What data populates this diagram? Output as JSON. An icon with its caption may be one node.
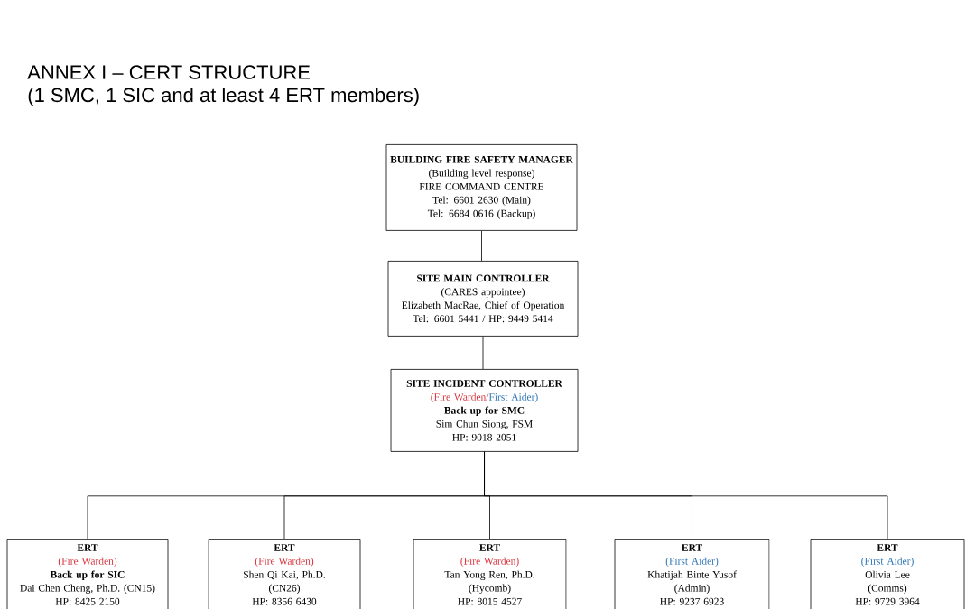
{
  "diagram": {
    "title": "ANNEX I – CERT STRUCTURE",
    "nodes": [
      {
        "text": [
          "BUILDING FIRE SAFETY MANAGER",
          "(Building level response)",
          "FIRE COMMAND CENTRE",
          "Tel: 6601 2630 (Main)",
          "Tel: 6684 0616 (Backup)"
        ]
      },
      {
        "text": [
          "SITE MAIN CONTROLLER",
          "(CARES appointee)",
          "Elizabeth MacRae, Chief of Operation",
          "Tel: 6601 5441 / HP: 9449 5414"
        ]
      },
      {
        "text": [
          "SITE INCIDENT CONTROLLER",
          "(Fire Warden/",
          "First Aider)",
          "Back up for SMC",
          "Sim Chun Siong, FSM",
          "HP: 9018 2051"
        ]
      },
      {
        "text": [
          "ERT",
          "(Fire Warden)",
          "Back up for SIC",
          "Dai Chen Cheng, Ph.D. (CN15)",
          "HP: 8425 2150"
        ]
      },
      {
        "text": [
          "ERT",
          "(Fire Warden)",
          "Shen Qi Kai, Ph.D.",
          "(CN26)",
          "HP: 8356 6430"
        ]
      },
      {
        "text": [
          "ERT",
          "(Fire Warden)",
          "Tan Yong Ren, Ph.D.",
          "(Hycomb)",
          "HP: 8015 4527"
        ]
      },
      {
        "text": [
          "ERT",
          "(First Aider)",
          "Khatijah Binte Yusof",
          "(Admin)",
          "HP: 9237 6923"
        ]
      },
      {
        "text": [
          "ERT",
          "(First Aider)",
          "Olivia Lee",
          "(Comms)",
          "HP: 9729 3964"
        ]
      }
    ],
    "edges": [
      {
        "from": 0,
        "to": 1,
        "arrow": "none"
      },
      {
        "from": 1,
        "to": 2,
        "arrow": "none"
      },
      {
        "from": 2,
        "to": 3,
        "arrow": "none"
      },
      {
        "from": 2,
        "to": 4,
        "arrow": "none"
      },
      {
        "from": 2,
        "to": 5,
        "arrow": "none"
      },
      {
        "from": 2,
        "to": 6,
        "arrow": "none"
      },
      {
        "from": 2,
        "to": 7,
        "arrow": "none"
      }
    ],
    "labels": [
      "(1 SMC, 1 SIC and at least 4 ERT members)"
    ]
  }
}
